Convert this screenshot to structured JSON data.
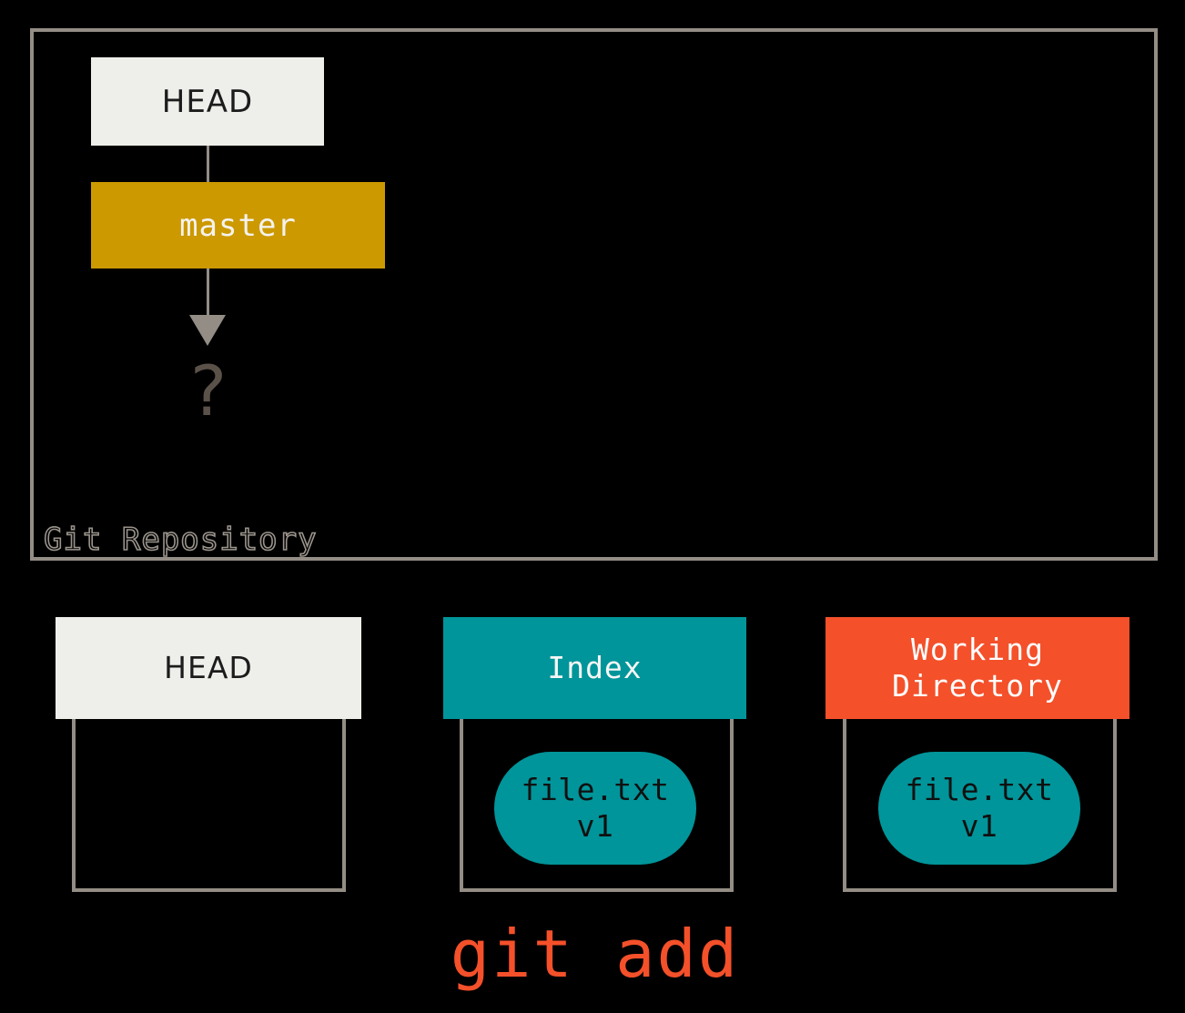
{
  "repository": {
    "label": "Git Repository",
    "nodes": {
      "head": "HEAD",
      "branch": "master",
      "commit_placeholder": "?"
    }
  },
  "areas": [
    {
      "key": "head",
      "title": "HEAD",
      "color": "#eeeeea",
      "text_color": "#1c1c1c",
      "file": null
    },
    {
      "key": "index",
      "title": "Index",
      "color": "#00959a",
      "text_color": "#f6f6f4",
      "file": "file.txt\nv1"
    },
    {
      "key": "working_directory",
      "title": "Working\nDirectory",
      "color": "#f4502a",
      "text_color": "#ffffff",
      "file": "file.txt\nv1"
    }
  ],
  "caption": {
    "command": "git add",
    "color": "#f4502a"
  },
  "palette": {
    "background": "#000000",
    "border_gray": "#938d85",
    "cream": "#eeeeea",
    "goldenrod": "#cc9900",
    "teal": "#00959a",
    "orange": "#f4502a",
    "question_gray": "#5a5249"
  }
}
